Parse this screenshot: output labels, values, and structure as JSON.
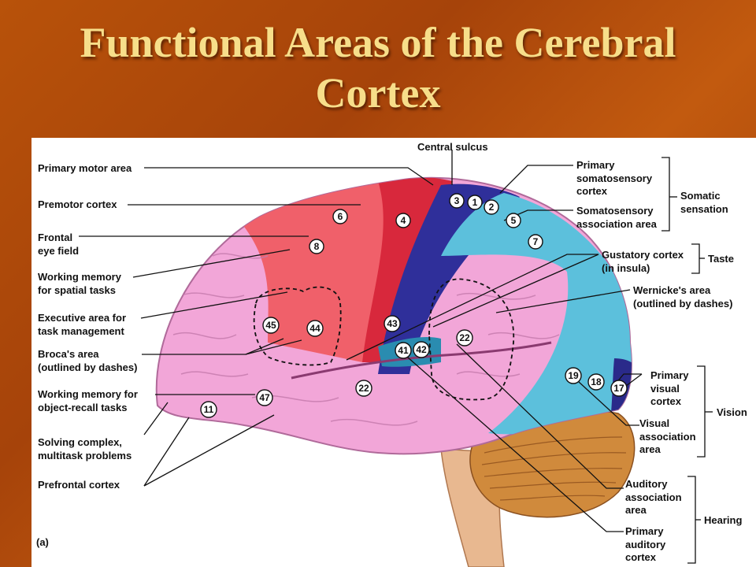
{
  "title": "Functional Areas of the Cerebral\nCortex",
  "panel_label": "(a)",
  "labels": {
    "central_sulcus": "Central sulcus",
    "primary_motor": "Primary motor area",
    "premotor": "Premotor cortex",
    "frontal_eye": "Frontal\neye field",
    "wm_spatial": "Working memory\nfor spatial tasks",
    "executive": "Executive area for\ntask management",
    "broca": "Broca's area\n(outlined by dashes)",
    "wm_object": "Working memory for\nobject-recall tasks",
    "solving": "Solving complex,\nmultitask problems",
    "prefrontal": "Prefrontal cortex",
    "primary_somato": "Primary\nsomatosensory\ncortex",
    "somato_assoc": "Somatosensory\nassociation area",
    "gustatory": "Gustatory cortex\n(in insula)",
    "wernicke": "Wernicke's area\n(outlined by dashes)",
    "primary_visual": "Primary\nvisual\ncortex",
    "visual_assoc": "Visual\nassociation\narea",
    "auditory_assoc": "Auditory\nassociation\narea",
    "primary_auditory": "Primary\nauditory\ncortex"
  },
  "groups": {
    "somatic": "Somatic\nsensation",
    "taste": "Taste",
    "vision": "Vision",
    "hearing": "Hearing"
  },
  "areas": [
    "3",
    "1",
    "2",
    "5",
    "7",
    "6",
    "4",
    "8",
    "45",
    "44",
    "43",
    "41",
    "42",
    "22",
    "22",
    "47",
    "11",
    "19",
    "18",
    "17"
  ],
  "colors": {
    "motor": "#d8283c",
    "premotor": "#f0606a",
    "somatosensory": "#2f2f9a",
    "sensory_assoc": "#5cc0dc",
    "association": "#f2a6d8",
    "occipital_edge": "#2a2a8a",
    "cerebellum": "#d08a3c"
  }
}
